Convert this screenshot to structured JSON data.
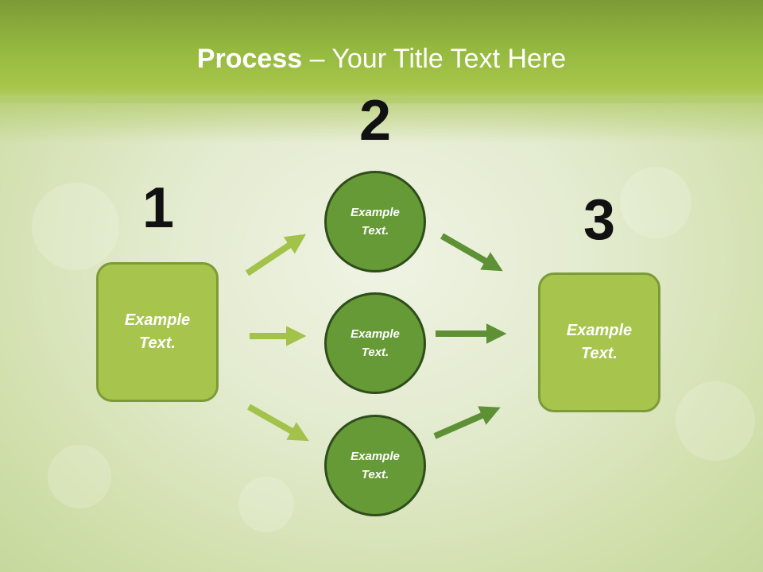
{
  "slide": {
    "title_strong": "Process",
    "title_rest": " – Your Title Text Here"
  },
  "steps": {
    "step1": {
      "number": "1",
      "label": "Example\nText."
    },
    "step2": {
      "number": "2",
      "items": [
        {
          "label": "Example\nText."
        },
        {
          "label": "Example\nText."
        },
        {
          "label": "Example\nText."
        }
      ]
    },
    "step3": {
      "number": "3",
      "label": "Example\nText."
    }
  },
  "colors": {
    "light_green": "#a7c54d",
    "dark_green": "#669a36",
    "arrow_light": "#a2c24a",
    "arrow_dark": "#5e9135"
  }
}
